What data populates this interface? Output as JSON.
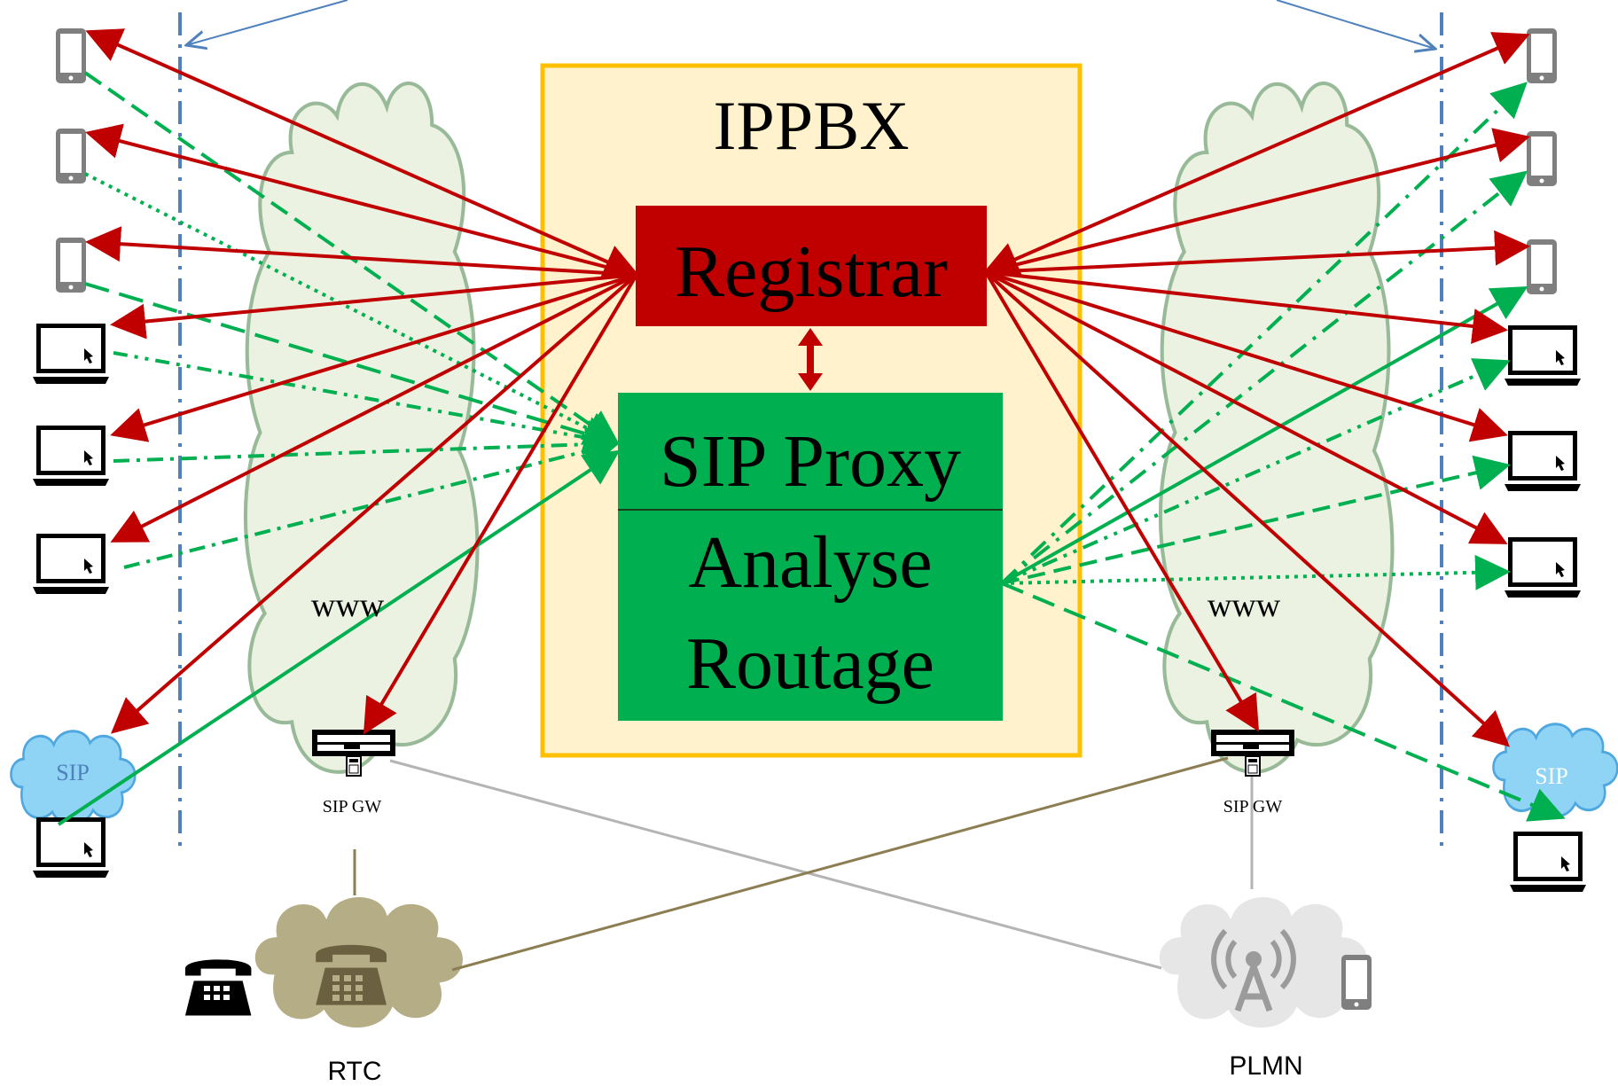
{
  "ippbx": {
    "title": "IPPBX",
    "registrar_label": "Registrar",
    "proxy_label": "SIP Proxy",
    "analyse_label": "Analyse",
    "routage_label": "Routage"
  },
  "networks": {
    "left_www": "www",
    "right_www": "www",
    "left_gateway": "SIP GW",
    "right_gateway": "SIP GW",
    "left_sip_cloud": "SIP",
    "right_sip_cloud": "SIP",
    "rtc": "RTC",
    "plmn": "PLMN"
  },
  "colors": {
    "registrar": "#c00000",
    "proxy": "#00b050",
    "ippbx_fill": "#fff2cc",
    "ippbx_border": "#ffc000",
    "signal_red": "#c00000",
    "signal_green": "#00b050",
    "boundary_blue": "#4f81bd",
    "cloud_green_fill": "#ebf1de",
    "cloud_green_stroke": "#8db38d",
    "sip_cloud": "#8fd3f5",
    "rtc_cloud": "#b5ad86",
    "plmn_cloud": "#e6e6e6"
  },
  "icons": [
    "smartphone-icon",
    "laptop-icon",
    "gateway-icon",
    "telephone-icon",
    "antenna-icon",
    "cloud-icon"
  ]
}
